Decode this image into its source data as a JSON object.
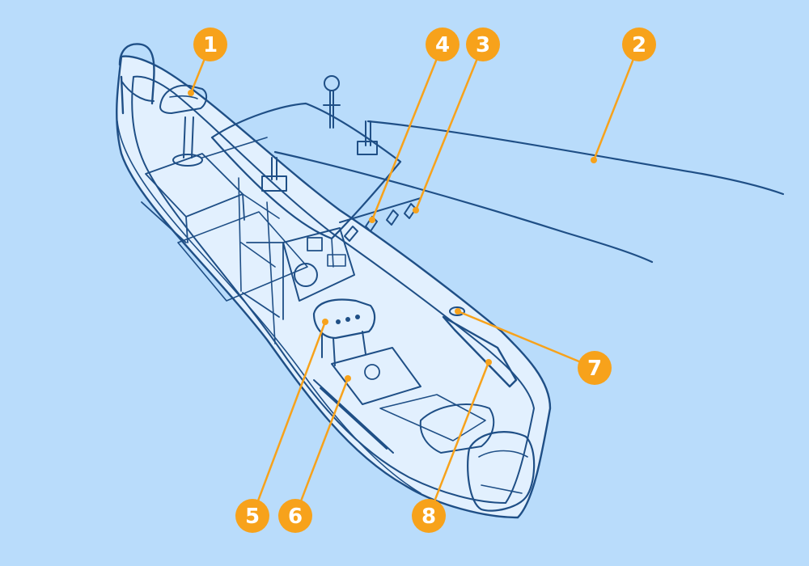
{
  "colors": {
    "background": "#b9dcfb",
    "hull_fill": "#e2f0fe",
    "ink": "#1f4f86",
    "accent": "#f7a21b",
    "callout_text": "#ffffff"
  },
  "callouts": [
    {
      "id": "1",
      "label": "1"
    },
    {
      "id": "2",
      "label": "2"
    },
    {
      "id": "3",
      "label": "3"
    },
    {
      "id": "4",
      "label": "4"
    },
    {
      "id": "5",
      "label": "5"
    },
    {
      "id": "6",
      "label": "6"
    },
    {
      "id": "7",
      "label": "7"
    },
    {
      "id": "8",
      "label": "8"
    }
  ]
}
